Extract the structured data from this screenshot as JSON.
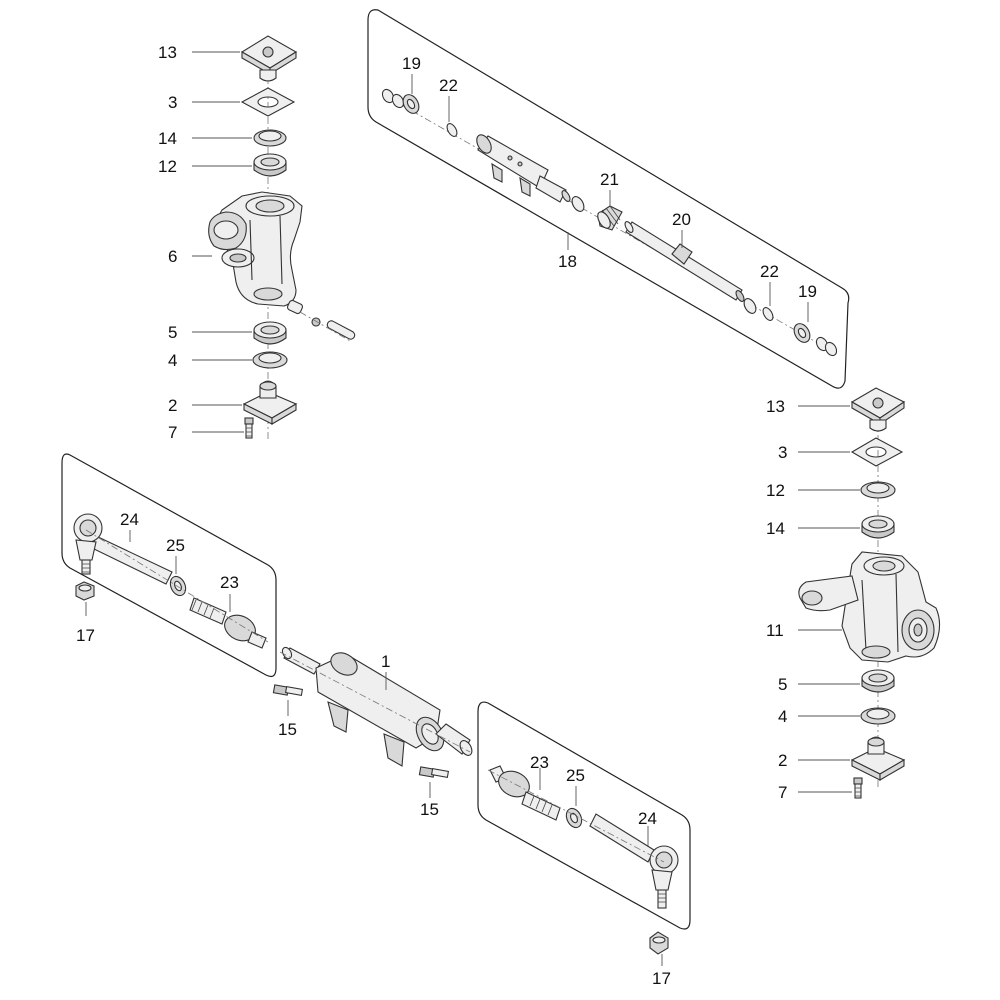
{
  "labels": {
    "l13a": "13",
    "l3a": "3",
    "l14a": "14",
    "l12a": "12",
    "l6": "6",
    "l5a": "5",
    "l4a": "4",
    "l2a": "2",
    "l7a": "7",
    "l19a": "19",
    "l22a": "22",
    "l21": "21",
    "l20": "20",
    "l18": "18",
    "l22b": "22",
    "l19b": "19",
    "l13b": "13",
    "l3b": "3",
    "l12b": "12",
    "l14b": "14",
    "l11": "11",
    "l5b": "5",
    "l4b": "4",
    "l2b": "2",
    "l7b": "7",
    "l24a": "24",
    "l25a": "25",
    "l23a": "23",
    "l17a": "17",
    "l1": "1",
    "l15a": "15",
    "l15b": "15",
    "l23b": "23",
    "l25b": "25",
    "l24b": "24",
    "l17b": "17"
  }
}
